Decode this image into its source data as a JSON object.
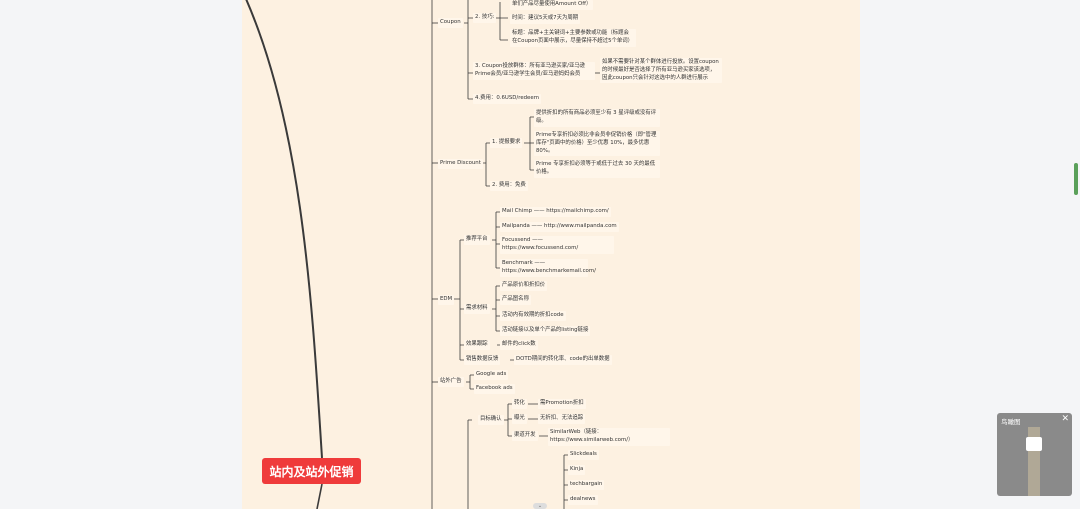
{
  "root": {
    "label": "站内及站外促销"
  },
  "minimap": {
    "title": "鸟瞰图",
    "close": "✕"
  },
  "nodes": {
    "coupon": "Coupon",
    "coupon_amount": "单们产品尽量使用Amount Off）",
    "tips": "2. 技巧:",
    "tips_time": "时间：建议5天或7天为周期",
    "tips_title": "标题：品牌+主关键词+主要参数或功能（标题会在Coupon页面中展示，尽量保持不超过5个单词）",
    "target": "3. Coupon投放群体：所有亚马逊买家/亚马逊Prime会员/亚马逊学生会员/亚马逊妈妈会员",
    "target_note": "如果不需要针对某个群体进行投放。设置coupon的时候最好是否选择了所有亚马逊买家该选项，因此coupon只会针对这选中的人群进行展示",
    "fee": "4.费用：0.6USD/redeem",
    "prime": "Prime Discount",
    "prime_req": "1. 提报要求",
    "prime_r1": "提供折扣的所有商品必须至少有 3 星评级或没有评级。",
    "prime_r2": "Prime专享折扣必须比非会员非促销价格（即\"管理库存\"页面中的价格）至少优惠 10%，最多优惠 80%。",
    "prime_r3": "Prime 专享折扣必须等于或低于过去 30 天的最低价格。",
    "prime_fee": "2. 费用：免费",
    "edm": "EDM",
    "platforms": "推荐平台",
    "mailchimp": "Mail Chimp —— https://mailchimp.com/",
    "mailpanda": "Mailpanda —— http://www.mailpanda.com",
    "focussend": "Focussend —— https://www.focussend.com/",
    "benchmark": "Benchmark —— https://www.benchmarkemail.com/",
    "materials": "需求材料",
    "mat1": "产品原价和折扣价",
    "mat2": "产品图名称",
    "mat3": "活动内有效期的折扣code",
    "mat4": "活动链接以及单个产品的listing链接",
    "effect": "效果跟踪",
    "effect_v": "邮件的click数",
    "sales": "销售数据反馈",
    "sales_v": "DOTD期间的转化率、code的出单数据",
    "ads": "站外广告",
    "google": "Google ads",
    "facebook": "Facebook ads",
    "goal": "目标确认",
    "conv": "转化",
    "conv_v": "需Promotion折扣",
    "expo": "曝光",
    "expo_v": "无折扣、无法追踪",
    "channel": "渠道开发",
    "channel_v": "SimilarWeb（链接：https://www.similarweb.com/）",
    "slick": "Slickdeals",
    "kinja": "Kinja",
    "tech": "techbargain",
    "dealnews": "dealnews"
  }
}
